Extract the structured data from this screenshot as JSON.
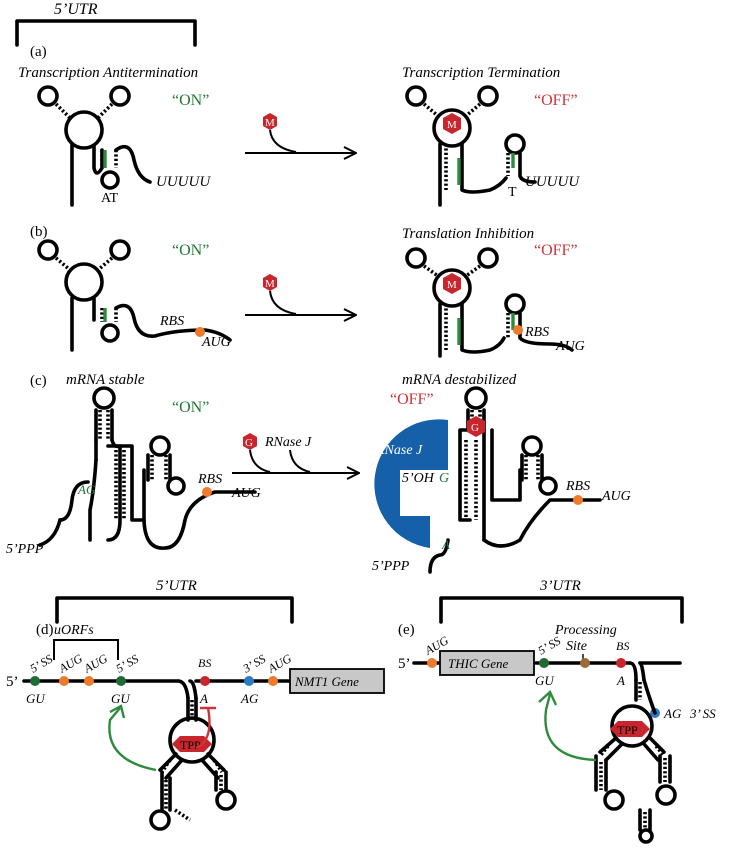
{
  "colors": {
    "on_green": "#1e7a35",
    "off_red": "#d0343b",
    "metabolite_red": "#c8262c",
    "rnase_blue": "#1560a8",
    "orange_site": "#ee7a2a",
    "green_site": "#1e6b35",
    "blue_site": "#2a7cc7",
    "brown_site": "#9c6a3a",
    "gene_box": "#c8c8c8"
  },
  "top_utr_label": "5’UTR",
  "panel_a": {
    "letter": "(a)",
    "left_title": "Transcription Antitermination",
    "right_title": "Transcription Termination",
    "on": "“ON”",
    "off": "“OFF”",
    "metabolite": "M",
    "left_loop_label": "AT",
    "right_loop_label": "T",
    "tail_left": "UUUUU",
    "tail_right": "UUUUU"
  },
  "panel_b": {
    "letter": "(b)",
    "right_title": "Translation Inhibition",
    "on": "“ON”",
    "off": "“OFF”",
    "metabolite": "M",
    "rbs_left": "RBS",
    "aug_left": "AUG",
    "rbs_right": "RBS",
    "aug_right": "AUG"
  },
  "panel_c": {
    "letter": "(c)",
    "left_title": "mRNA stable",
    "right_title": "mRNA destabilized",
    "on": "“ON”",
    "off": "“OFF”",
    "ligand": "G",
    "enzyme_arrow_label": "RNase J",
    "enzyme_label": "RNase J",
    "ag_left": "AG",
    "ppp_left": "5’PPP",
    "rbs_left": "RBS",
    "aug_left": "AUG",
    "oh_label": "5’OH",
    "g_label": "G",
    "bound_ligand": "G",
    "rbs_right": "RBS",
    "aug_right": "AUG",
    "a_label": "A",
    "ppp_right": "5’PPP"
  },
  "panel_d": {
    "letter": "(d)",
    "utr_label": "5’UTR",
    "uorfs_label": "uORFs",
    "five_prime": "5’",
    "ss1": "5’ SS",
    "aug1": "AUG",
    "aug2": "AUG",
    "ss2": "5’ SS",
    "bs": "BS",
    "ss3": "3’ SS",
    "aug3": "AUG",
    "gu1": "GU",
    "gu2": "GU",
    "a": "A",
    "ag": "AG",
    "gene": "NMT1 Gene",
    "tpp": "TPP"
  },
  "panel_e": {
    "letter": "(e)",
    "utr_label": "3’UTR",
    "processing_line1": "Processing",
    "processing_line2": "Site",
    "aug": "AUG",
    "five_prime": "5’",
    "gene": "THIC Gene",
    "ss5": "5’ SS",
    "bs": "BS",
    "gu": "GU",
    "a": "A",
    "ag": "AG",
    "ss3": "3’ SS",
    "tpp": "TPP"
  }
}
